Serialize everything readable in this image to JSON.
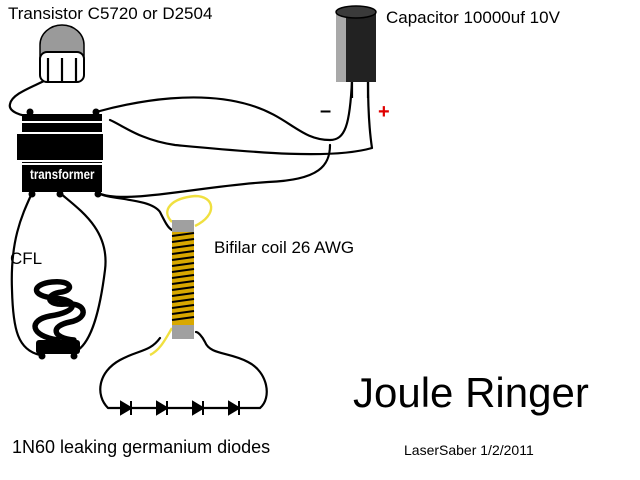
{
  "labels": {
    "transistor": "Transistor C5720 or D2504",
    "capacitor": "Capacitor 10000uf 10V",
    "capacitor_minus": "–",
    "capacitor_plus": "+",
    "transformer": "transformer",
    "cfl": "CFL",
    "coil": "Bifilar coil 26 AWG",
    "title": "Joule Ringer",
    "diodes": "1N60 leaking germanium diodes",
    "credit": "LaserSaber 1/2/2011"
  },
  "colors": {
    "wire": "#000000",
    "coil_lead": "#f0e040",
    "coil_winding": "#d8a800",
    "polarity_plus": "#e00000",
    "component_gray": "#a0a0a0"
  }
}
